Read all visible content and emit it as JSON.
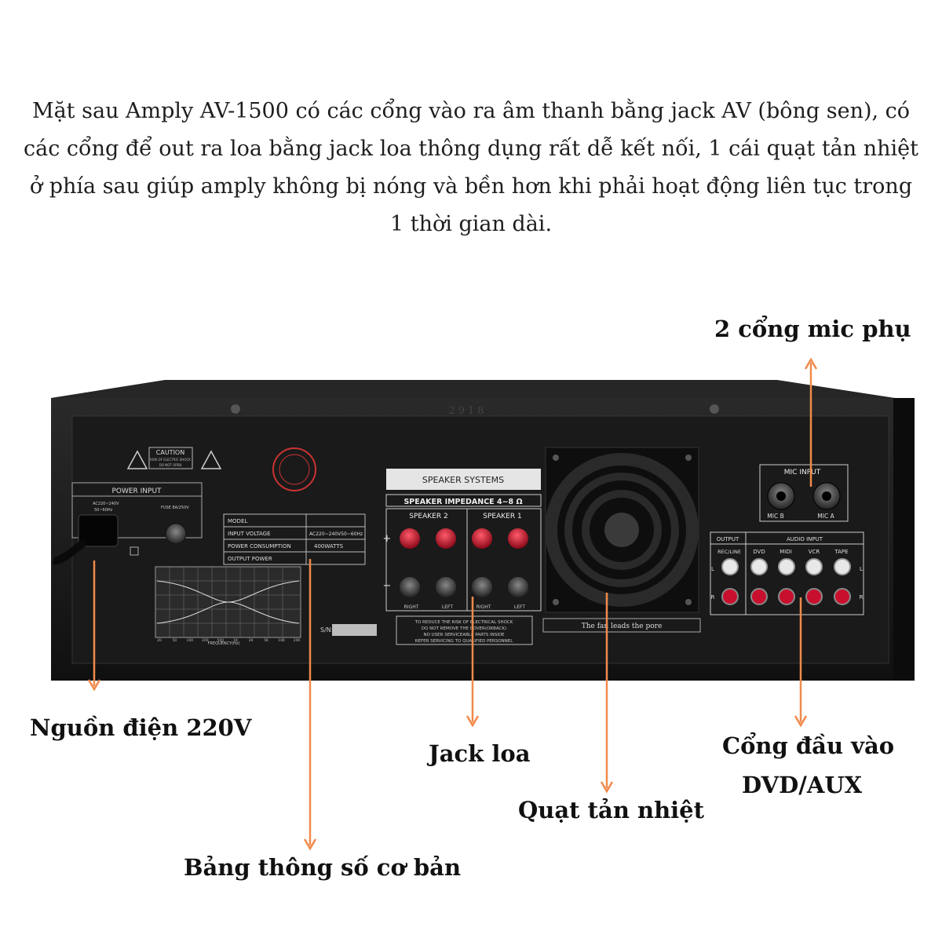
{
  "intro_text": "Mặt sau Amply AV-1500  có các cổng vào ra âm thanh bằng jack AV (bông sen), có các cổng để out ra loa bằng jack loa thông dụng rất dễ kết nối,  1 cái quạt tản nhiệt ở phía sau giúp amply không bị nóng và bền hơn khi phải hoạt động liên tục trong 1 thời gian dài.",
  "callouts": {
    "mic": "2 cổng mic phụ",
    "power": "Nguồn điện 220V",
    "speaker_jack": "Jack loa",
    "dvd_aux_line1": "Cổng đầu vào",
    "dvd_aux_line2": "DVD/AUX",
    "fan": "Quạt tản nhiệt",
    "spec_table": "Bảng thông số cơ bản"
  },
  "panel": {
    "top_code": "2918",
    "caution_title": "CAUTION",
    "caution_line1": "RISK OF ELECTRIC SHOCK",
    "caution_line2": "DO NOT OPEN",
    "power_input_title": "POWER INPUT",
    "power_rating": "AC220~240V",
    "power_freq": "50~60Hz",
    "fuse": "FUSE 8A/250V",
    "spec_rows": [
      {
        "label": "MODEL",
        "value": ""
      },
      {
        "label": "INPUT VOLTAGE",
        "value": "AC220~240V50~60Hz"
      },
      {
        "label": "POWER CONSUMPTION",
        "value": "400WATTS"
      },
      {
        "label": "OUTPUT POWER",
        "value": ""
      }
    ],
    "freq_axis_label": "FREQUENCY(Hz)",
    "freq_ticks": [
      "20",
      "50",
      "100",
      "200",
      "500",
      "1K",
      "2K",
      "5K",
      "10K",
      "20K"
    ],
    "serial_label": "S/N:",
    "speaker_systems": "SPEAKER SYSTEMS",
    "speaker_impedance": "SPEAKER IMPEDANCE 4~8 Ω",
    "speaker2": "SPEAKER 2",
    "speaker1": "SPEAKER 1",
    "right": "RIGHT",
    "left": "LEFT",
    "plus": "+",
    "minus": "−",
    "warning_lines": [
      "TO REDUCE THE RISK OF ELECTRICAL SHOCK",
      "DO NOT REMOVE THE COVER(ORBACK)",
      "NO USER SERVICEABLE PARTS INSIDE",
      "REFER SERVICING TO QUALIFIED PERSONNEL"
    ],
    "fan_note": "The fan leads the pore",
    "mic_input": "MIC INPUT",
    "mic_b": "MIC B",
    "mic_a": "MIC A",
    "output": "OUTPUT",
    "audio_input": "AUDIO   INPUT",
    "rec_line": "REC/LINE",
    "dvd": "DVD",
    "midi": "MIDI",
    "vcr": "VCR",
    "tape": "TAPE",
    "l": "L",
    "r": "R"
  },
  "colors": {
    "arrow": "#f08a4b",
    "chassis": "#161616",
    "panel_text": "#d8d8d8",
    "jack_red": "#c8102e"
  }
}
